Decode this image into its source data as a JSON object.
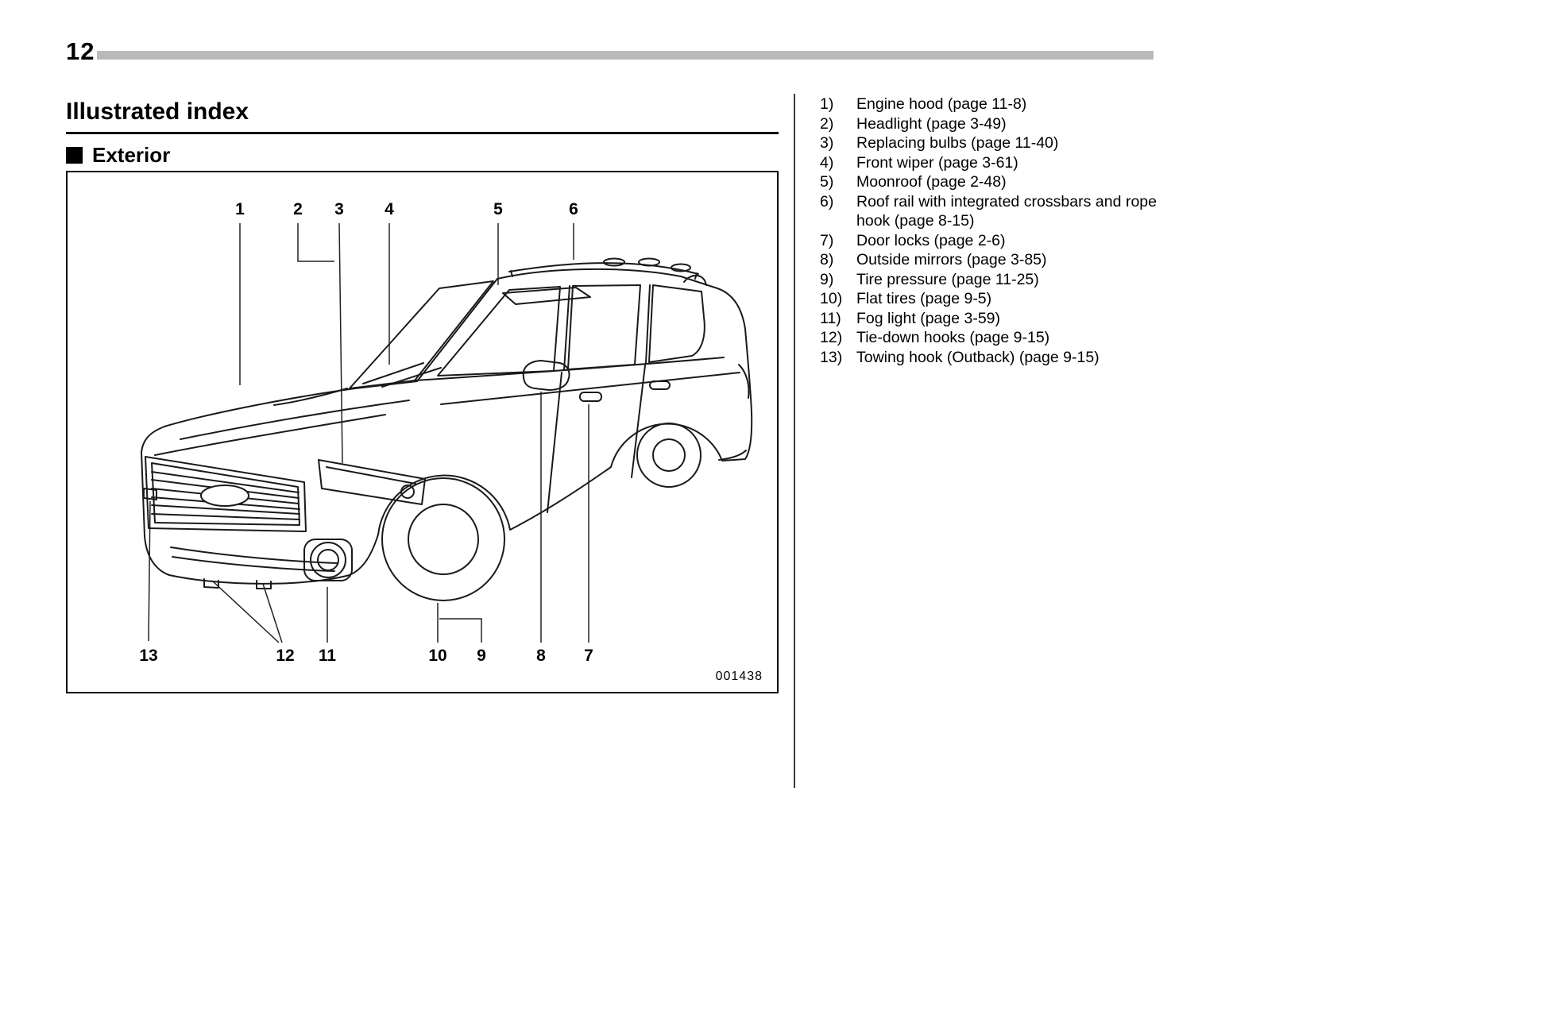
{
  "page": {
    "number": "12",
    "title": "Illustrated index",
    "section_label": "Exterior"
  },
  "figure": {
    "code": "001438",
    "callouts": {
      "n1": "1",
      "n2": "2",
      "n3": "3",
      "n4": "4",
      "n5": "5",
      "n6": "6",
      "n7": "7",
      "n8": "8",
      "n9": "9",
      "n10": "10",
      "n11": "11",
      "n12": "12",
      "n13": "13"
    }
  },
  "index": {
    "items": [
      {
        "num": "1)",
        "text": "Engine hood (page 11-8)"
      },
      {
        "num": "2)",
        "text": "Headlight (page 3-49)"
      },
      {
        "num": "3)",
        "text": "Replacing bulbs (page 11-40)"
      },
      {
        "num": "4)",
        "text": "Front wiper (page 3-61)"
      },
      {
        "num": "5)",
        "text": "Moonroof (page 2-48)"
      },
      {
        "num": "6)",
        "text": "Roof rail with integrated crossbars and rope hook (page 8-15)"
      },
      {
        "num": "7)",
        "text": "Door locks (page 2-6)"
      },
      {
        "num": "8)",
        "text": "Outside mirrors (page 3-85)"
      },
      {
        "num": "9)",
        "text": "Tire pressure (page 11-25)"
      },
      {
        "num": "10)",
        "text": "Flat tires (page 9-5)"
      },
      {
        "num": "11)",
        "text": "Fog light (page 3-59)"
      },
      {
        "num": "12)",
        "text": "Tie-down hooks (page 9-15)"
      },
      {
        "num": "13)",
        "text": "Towing hook (Outback) (page 9-15)"
      }
    ]
  }
}
